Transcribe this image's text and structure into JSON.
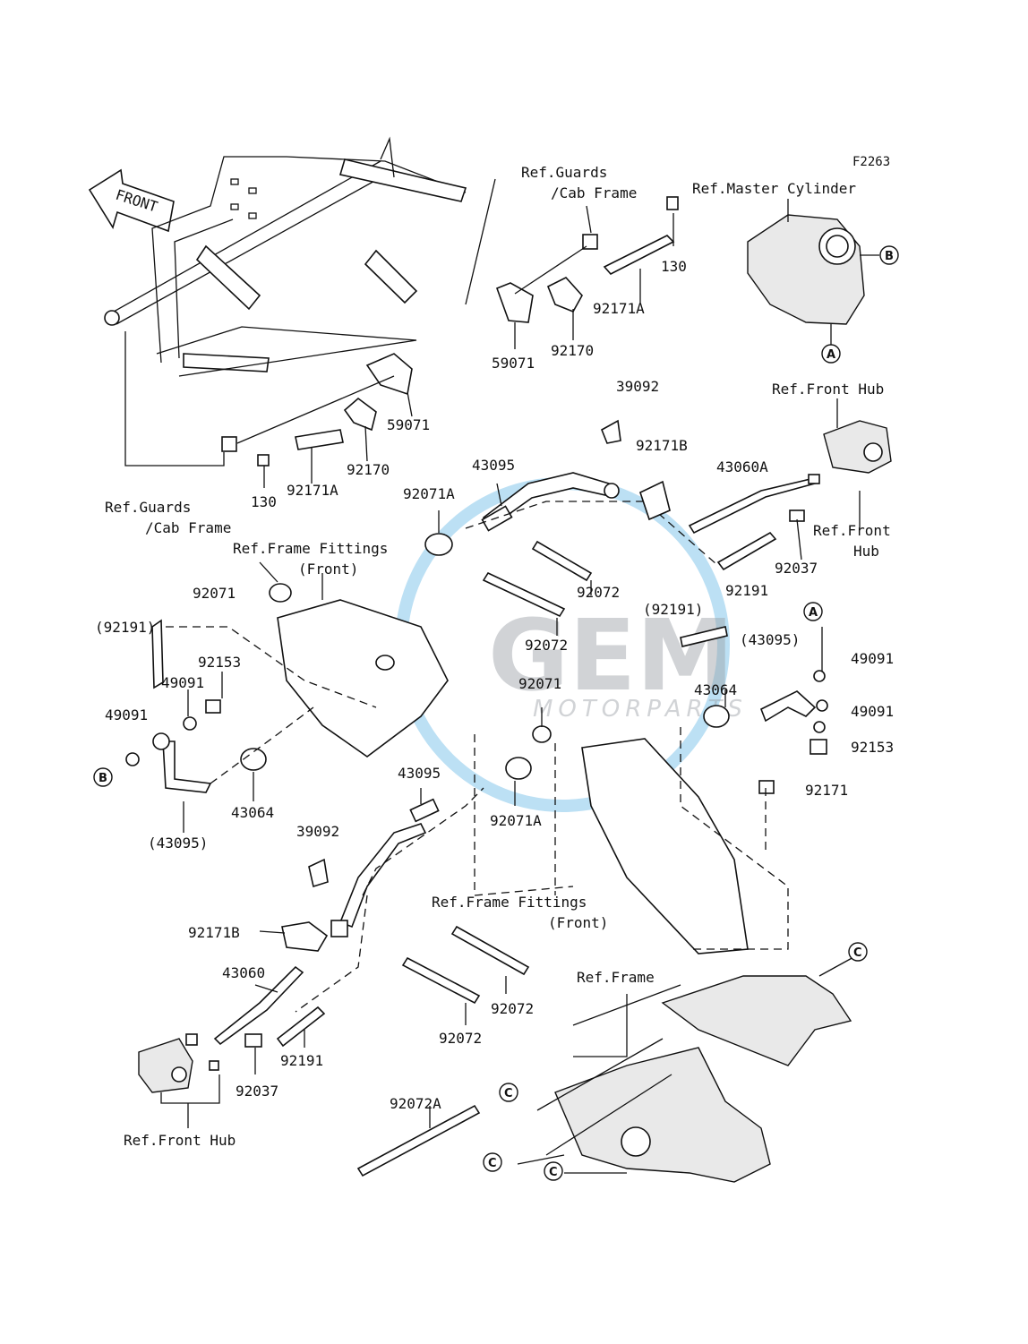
{
  "diagram_code": "F2263",
  "front_arrow_label": "FRONT",
  "watermark": {
    "brand": "GEM",
    "sub": "MOTORPARTS"
  },
  "callouts": {
    "a": "A",
    "b": "B",
    "c": "C"
  },
  "ref_labels": {
    "guards_top_line1": "Ref.Guards",
    "guards_top_line2": "/Cab Frame",
    "master_cylinder": "Ref.Master Cylinder",
    "front_hub_top": "Ref.Front Hub",
    "front_hub_right_line1": "Ref.Front",
    "front_hub_right_line2": "Hub",
    "guards_left_line1": "Ref.Guards",
    "guards_left_line2": "/Cab Frame",
    "frame_fittings_top_line1": "Ref.Frame Fittings",
    "frame_fittings_top_line2": "(Front)",
    "frame_fittings_mid_line1": "Ref.Frame Fittings",
    "frame_fittings_mid_line2": "(Front)",
    "frame": "Ref.Frame",
    "front_hub_bottom": "Ref.Front Hub"
  },
  "part_numbers": {
    "p130_top": "130",
    "p92171a_top": "92171A",
    "p92170_top": "92170",
    "p59071_top": "59071",
    "p39092_top": "39092",
    "p92171b_top": "92171B",
    "p43060a": "43060A",
    "p59071_mid": "59071",
    "p92170_mid": "92170",
    "p92171a_mid": "92171A",
    "p130_mid": "130",
    "p43095_top": "43095",
    "p92071a_top": "92071A",
    "p92037_right": "92037",
    "p92191_right": "92191",
    "p92071_left": "92071",
    "p92072_a": "92072",
    "p92072_b": "92072",
    "p92191_paren_mid": "(92191)",
    "p43095_paren_right": "(43095)",
    "p49091_r1": "49091",
    "p49091_r2": "49091",
    "p92153_right": "92153",
    "p92171_right": "92171",
    "p43064_right": "43064",
    "p92071_mid": "92071",
    "p92191_paren_left": "(92191)",
    "p92153_left": "92153",
    "p49091_l1": "49091",
    "p49091_l2": "49091",
    "p43064_left": "43064",
    "p43095_paren_left": "(43095)",
    "p43095_mid": "43095",
    "p92071a_mid": "92071A",
    "p39092_left": "39092",
    "p92171b_left": "92171B",
    "p43060": "43060",
    "p92191_bottom": "92191",
    "p92037_bottom": "92037",
    "p92072_c": "92072",
    "p92072_d": "92072",
    "p92072a": "92072A"
  }
}
